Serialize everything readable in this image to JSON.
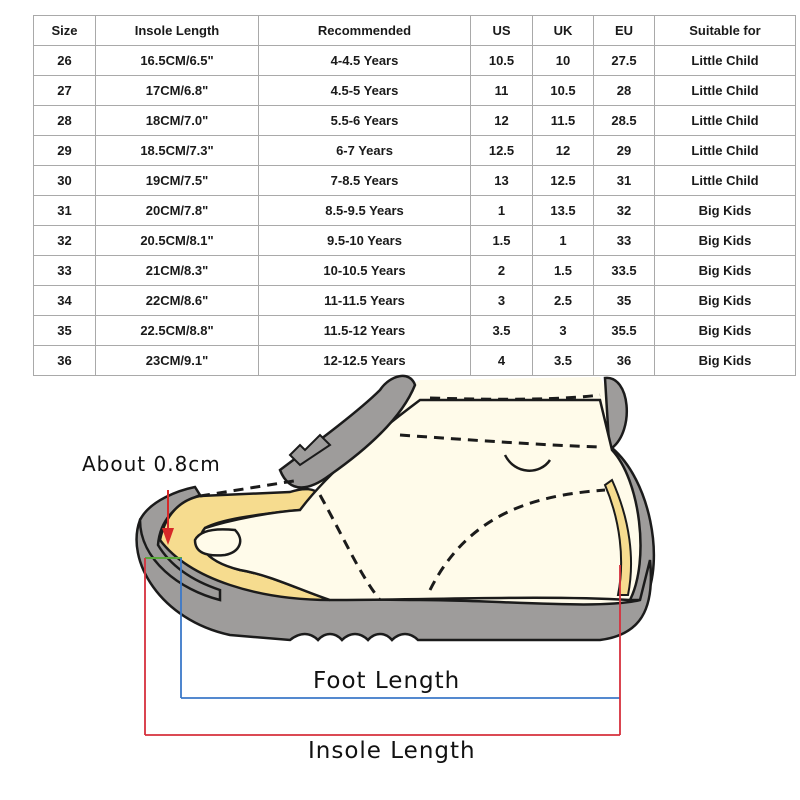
{
  "table": {
    "headers": [
      "Size",
      "Insole Length",
      "Recommended",
      "US",
      "UK",
      "EU",
      "Suitable for"
    ],
    "rows": [
      [
        "26",
        "16.5CM/6.5\"",
        "4-4.5 Years",
        "10.5",
        "10",
        "27.5",
        "Little Child"
      ],
      [
        "27",
        "17CM/6.8\"",
        "4.5-5 Years",
        "11",
        "10.5",
        "28",
        "Little Child"
      ],
      [
        "28",
        "18CM/7.0\"",
        "5.5-6 Years",
        "12",
        "11.5",
        "28.5",
        "Little Child"
      ],
      [
        "29",
        "18.5CM/7.3\"",
        "6-7 Years",
        "12.5",
        "12",
        "29",
        "Little Child"
      ],
      [
        "30",
        "19CM/7.5\"",
        "7-8.5 Years",
        "13",
        "12.5",
        "31",
        "Little Child"
      ],
      [
        "31",
        "20CM/7.8\"",
        "8.5-9.5 Years",
        "1",
        "13.5",
        "32",
        "Big Kids"
      ],
      [
        "32",
        "20.5CM/8.1\"",
        "9.5-10 Years",
        "1.5",
        "1",
        "33",
        "Big Kids"
      ],
      [
        "33",
        "21CM/8.3\"",
        "10-10.5 Years",
        "2",
        "1.5",
        "33.5",
        "Big Kids"
      ],
      [
        "34",
        "22CM/8.6\"",
        "11-11.5 Years",
        "3",
        "2.5",
        "35",
        "Big Kids"
      ],
      [
        "35",
        "22.5CM/8.8\"",
        "11.5-12 Years",
        "3.5",
        "3",
        "35.5",
        "Big Kids"
      ],
      [
        "36",
        "23CM/9.1\"",
        "12-12.5 Years",
        "4",
        "3.5",
        "36",
        "Big Kids"
      ]
    ]
  },
  "illustration": {
    "toe_gap_label": "About 0.8cm",
    "foot_length_label": "Foot Length",
    "insole_length_label": "Insole Length",
    "colors": {
      "shoe_gray": "#9e9c9b",
      "insole_yellow": "#f6dc8f",
      "foot_cream": "#fffbea",
      "outline": "#1b1b1b",
      "foot_length_line": "#3b78c8",
      "insole_length_line": "#d6303c",
      "toe_gap_line": "#58a83a",
      "arrow": "#d62828"
    }
  }
}
